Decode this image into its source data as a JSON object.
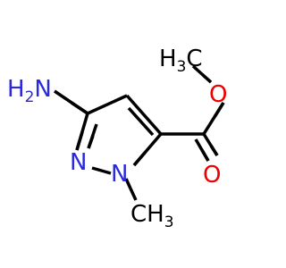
{
  "colors": {
    "carbon": "#000000",
    "nitrogen": "#2929e0",
    "oxygen": "#ee0000",
    "background": "#ffffff"
  },
  "atoms": {
    "amino": {
      "main": "H",
      "sub": "2",
      "tail": "N"
    },
    "ring_n": {
      "main": "N"
    },
    "ring_n_methyl": {
      "main": "N"
    },
    "n_methyl": {
      "main": "CH",
      "sub": "3"
    },
    "ester_methyl": {
      "main": "H",
      "sub": "3",
      "tail": "C"
    },
    "ester_o": {
      "main": "O"
    },
    "carbonyl_o": {
      "main": "O"
    }
  }
}
